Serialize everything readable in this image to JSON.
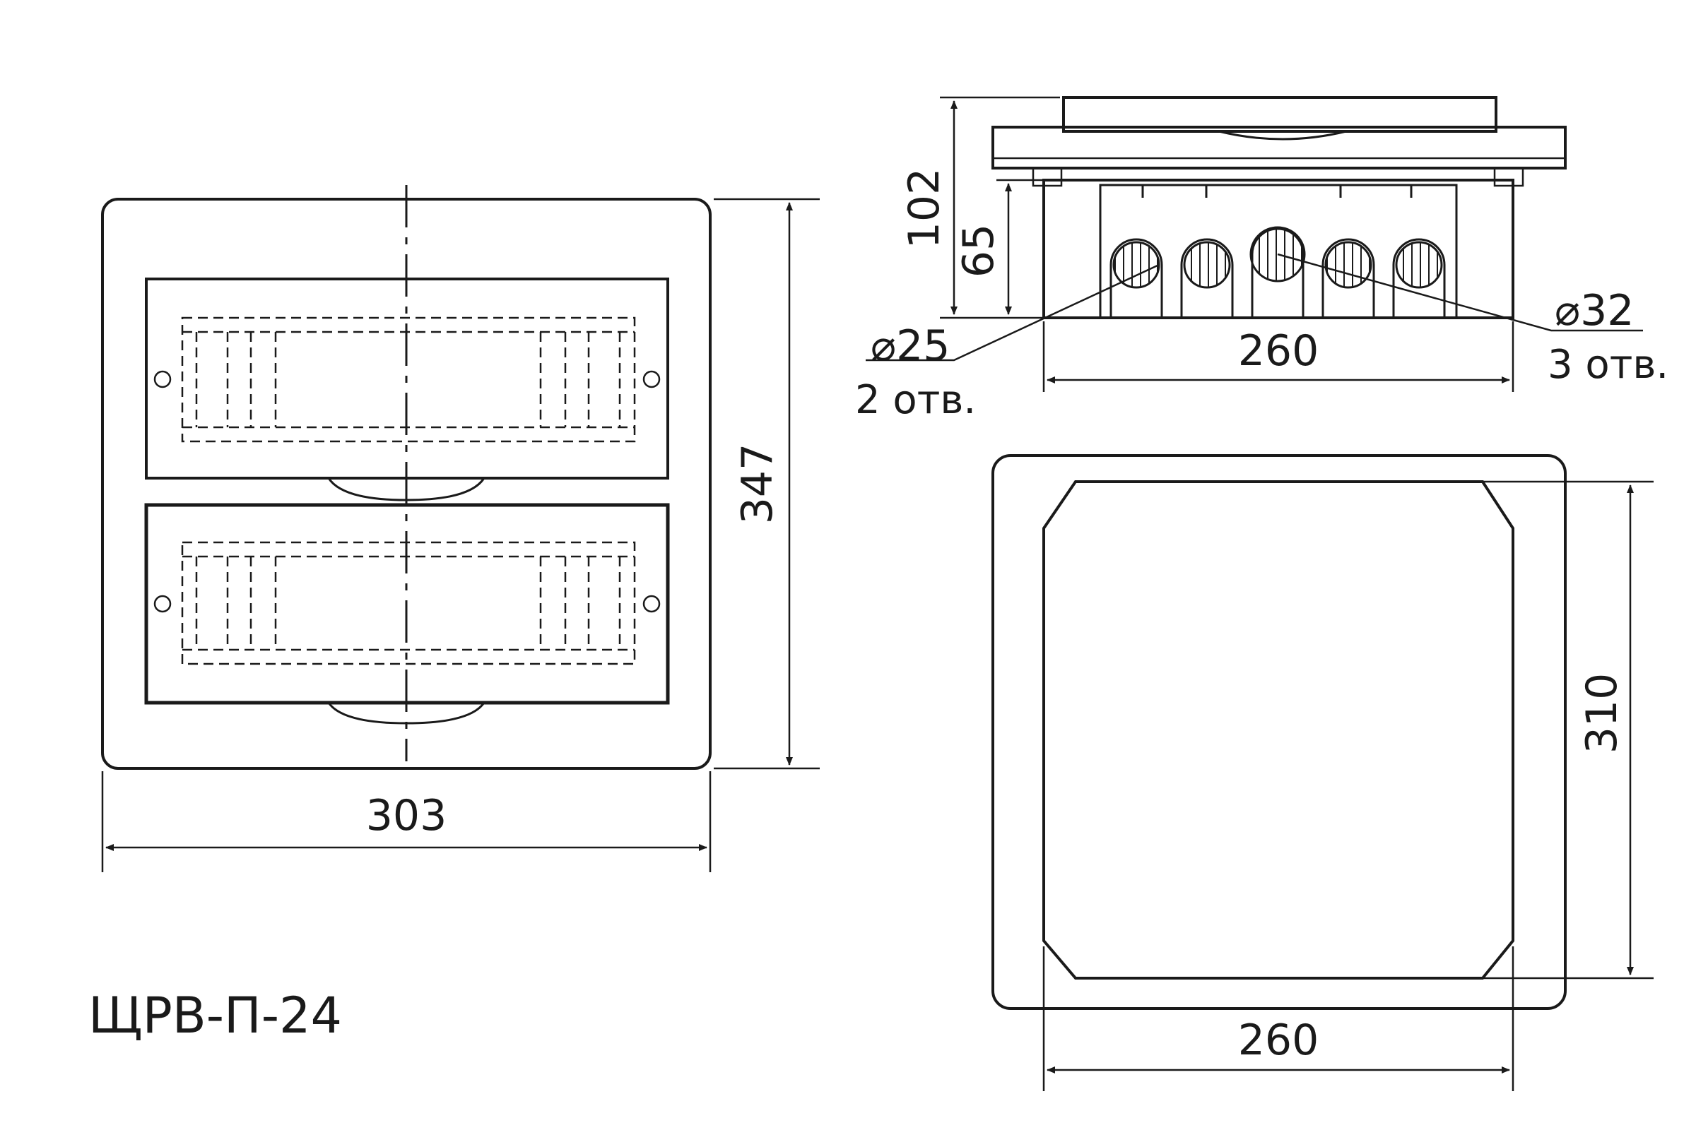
{
  "model_label": "ЩРВ-П-24",
  "front_view": {
    "width_label": "303",
    "height_label": "347"
  },
  "side_view": {
    "total_depth_label": "102",
    "box_depth_label": "65",
    "width_label": "260",
    "small_holes": {
      "diameter_label": "⌀25",
      "count_label": "2 отв."
    },
    "large_holes": {
      "diameter_label": "⌀32",
      "count_label": "3 отв."
    }
  },
  "back_view": {
    "width_label": "260",
    "height_label": "310"
  },
  "colors": {
    "line": "#1a1a1a",
    "background": "#ffffff"
  }
}
